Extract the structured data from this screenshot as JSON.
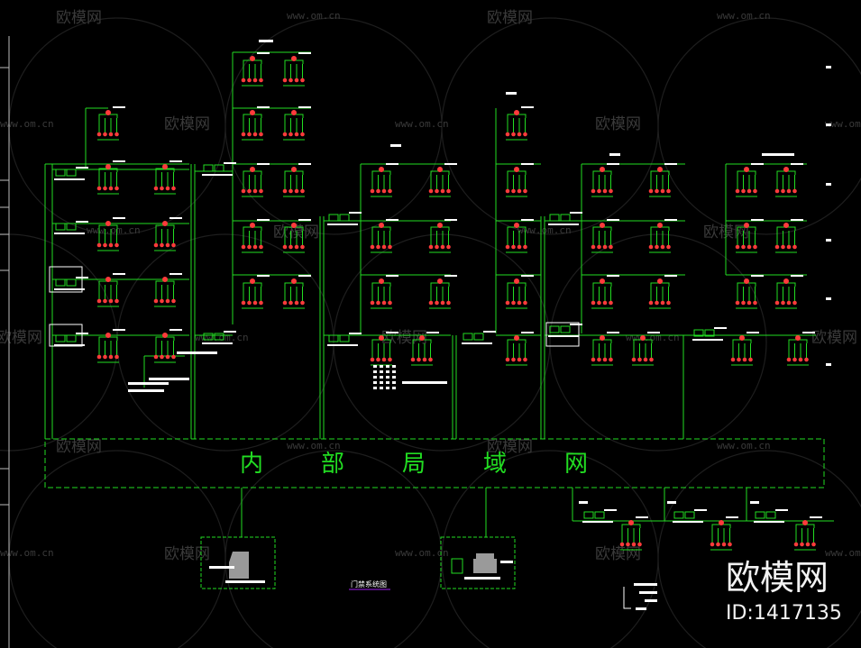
{
  "lan_label": [
    "内",
    "部",
    "局",
    "域",
    "网"
  ],
  "drawing_caption": "门禁系统图",
  "watermark": {
    "brand": "欧模网",
    "url": "www.om.cn",
    "url_partial": "ww.om.cn",
    "id_label": "ID:1417135"
  },
  "colors": {
    "background": "#000000",
    "wire": "#22dd22",
    "device_head": "#ff3b3b",
    "label": "#ffffff",
    "watermark": "#3a3a3a"
  },
  "icons": [
    "controller-icon",
    "card-reader-icon",
    "server-icon",
    "workstation-icon"
  ]
}
